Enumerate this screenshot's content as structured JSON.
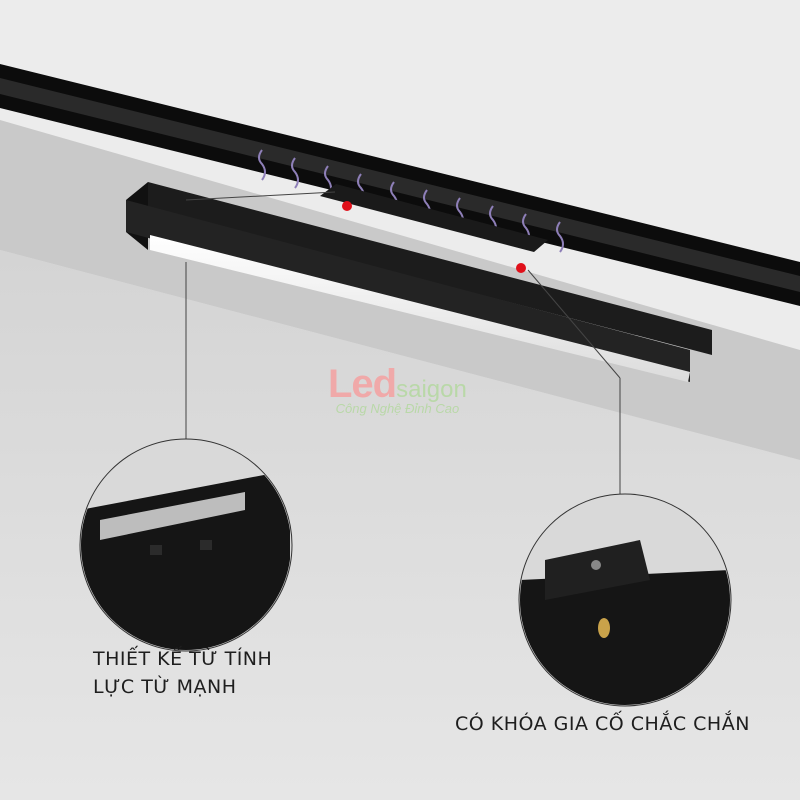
{
  "logo": {
    "brand_part1": "Led",
    "brand_part2": "saigon",
    "tagline": "Công Nghệ Đỉnh Cao"
  },
  "captions": {
    "left_line1": "THIẾT KẾ TỪ TÍNH",
    "left_line2": "LỰC TỪ MẠNH",
    "right": "CÓ KHÓA GIA CỐ CHẮC CHẮN"
  },
  "colors": {
    "track": "#0c0c0c",
    "marker": "#e0101a",
    "background": "#e9e9e9"
  }
}
